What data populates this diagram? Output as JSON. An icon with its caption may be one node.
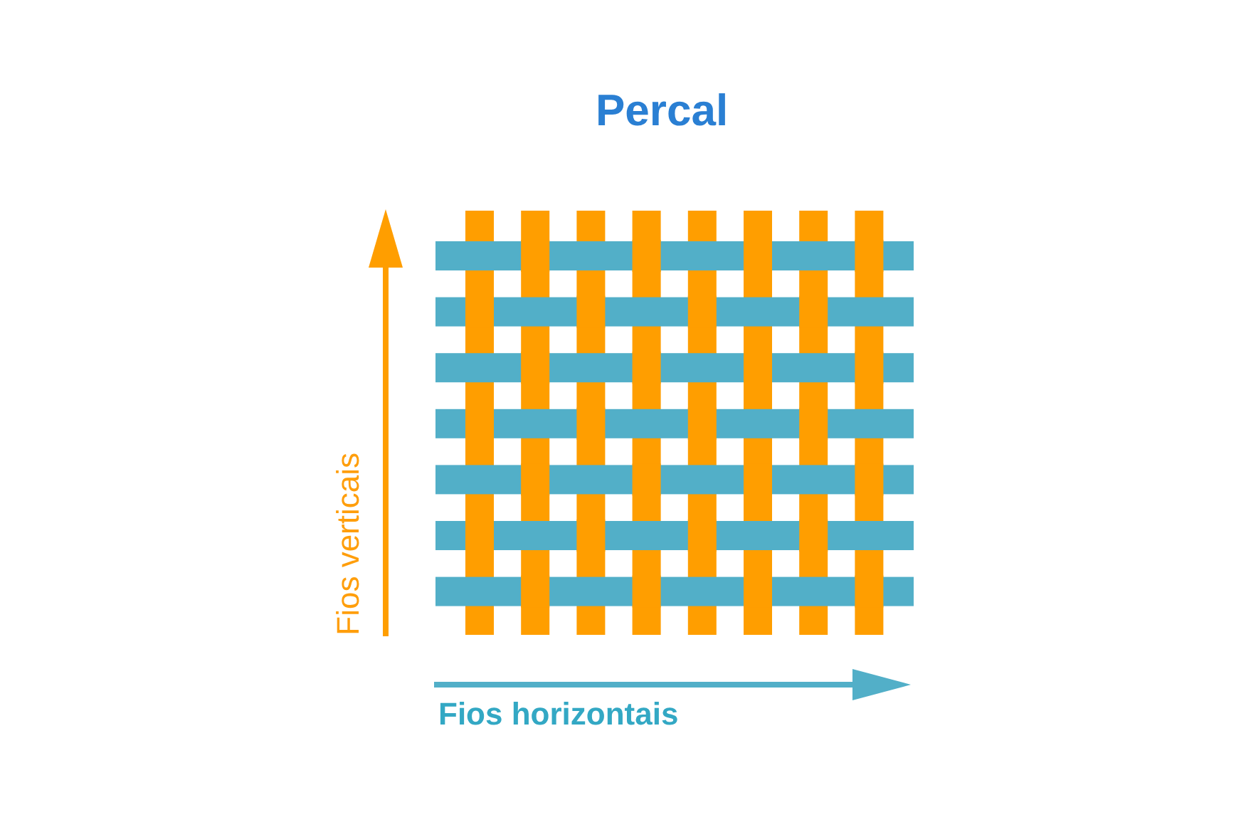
{
  "diagram": {
    "title": "Percal",
    "labels": [
      "Fios verticais",
      "Fios horizontais"
    ]
  }
}
